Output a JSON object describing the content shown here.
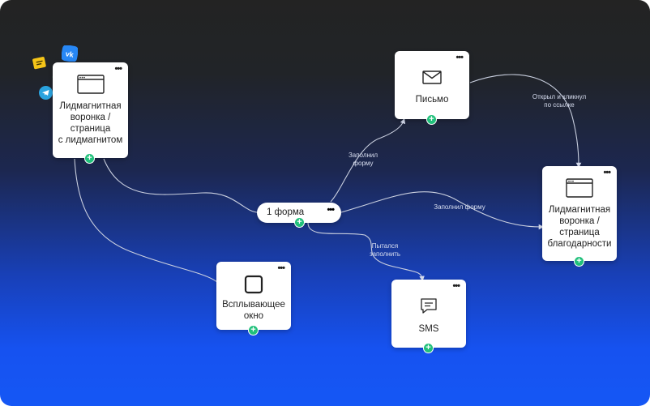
{
  "nodes": {
    "landing": {
      "label": "Лидмагнитная\nворонка /\nстраница\nс лидмагнитом",
      "icon": "browser-window-icon"
    },
    "letter": {
      "label": "Письмо",
      "icon": "envelope-icon"
    },
    "form": {
      "label": "1 форма"
    },
    "thankyou": {
      "label": "Лидмагнитная\nворонка /\nстраница\nблагодарности",
      "icon": "browser-window-icon"
    },
    "popup": {
      "label": "Всплывающее\nокно",
      "icon": "square-icon"
    },
    "sms": {
      "label": "SMS",
      "icon": "chat-bubble-icon"
    }
  },
  "menu_glyph": "•••",
  "add_glyph": "+",
  "edges": {
    "filled_form_top": "Заполнил\nформу",
    "opened_clicked": "Открыл и кликнул\nпо ссылке",
    "filled_form_right": "Заполнил форму",
    "tried_to_fill": "Пытался\nзаполнить"
  },
  "sources": [
    "bell-badge-icon",
    "vk-icon",
    "google-ads-icon",
    "telegram-icon"
  ],
  "colors": {
    "add_button": "#21c07b",
    "vk": "#2787f5",
    "telegram": "#2aa3df",
    "bell": "#f5c518"
  }
}
